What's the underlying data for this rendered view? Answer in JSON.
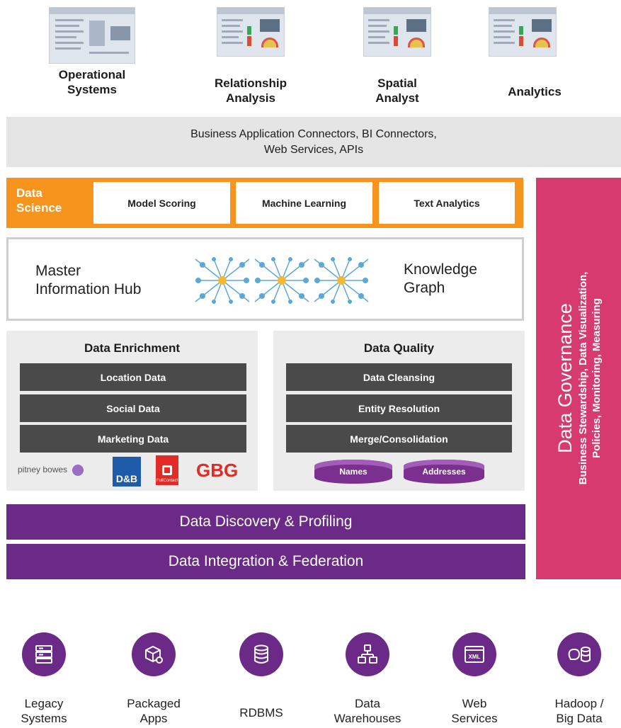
{
  "applications": [
    {
      "label_line1": "Operational",
      "label_line2": "Systems"
    },
    {
      "label_line1": "Relationship",
      "label_line2": "Analysis"
    },
    {
      "label_line1": "Spatial",
      "label_line2": "Analyst"
    },
    {
      "label_line1": "Analytics",
      "label_line2": ""
    }
  ],
  "connectors": {
    "line1": "Business Application Connectors, BI Connectors,",
    "line2": "Web Services, APIs"
  },
  "data_science": {
    "label_line1": "Data",
    "label_line2": "Science",
    "items": [
      "Model Scoring",
      "Machine Learning",
      "Text Analytics"
    ]
  },
  "hub": {
    "left_line1": "Master",
    "left_line2": "Information Hub",
    "right_line1": "Knowledge",
    "right_line2": "Graph"
  },
  "enrichment": {
    "title": "Data Enrichment",
    "items": [
      "Location Data",
      "Social Data",
      "Marketing Data"
    ],
    "logos": {
      "pitney": "pitney bowes",
      "dnb": "D&B",
      "fullcontact": "FullContact",
      "gbg": "GBG"
    }
  },
  "quality": {
    "title": "Data Quality",
    "items": [
      "Data Cleansing",
      "Entity Resolution",
      "Merge/Consolidation"
    ],
    "stores": [
      "Names",
      "Addresses"
    ]
  },
  "bands": {
    "discovery": "Data Discovery & Profiling",
    "integration": "Data Integration & Federation"
  },
  "governance": {
    "title": "Data Governance",
    "sub_line1": "Business Stewardship, Data Visualization,",
    "sub_line2": "Policies, Monitoring, Measuring"
  },
  "sources": [
    {
      "icon": "server-icon",
      "line1": "Legacy",
      "line2": "Systems"
    },
    {
      "icon": "package-icon",
      "line1": "Packaged",
      "line2": "Apps"
    },
    {
      "icon": "database-icon",
      "line1": "RDBMS",
      "line2": ""
    },
    {
      "icon": "warehouse-icon",
      "line1": "Data",
      "line2": "Warehouses"
    },
    {
      "icon": "xml-icon",
      "line1": "Web",
      "line2": "Services"
    },
    {
      "icon": "hadoop-icon",
      "line1": "Hadoop /",
      "line2": "Big Data"
    }
  ],
  "colors": {
    "orange": "#f7941d",
    "purple": "#6b2a87",
    "pink": "#d63a6e",
    "dark_gray": "#4a4a4a",
    "light_gray": "#e5e5e5"
  }
}
